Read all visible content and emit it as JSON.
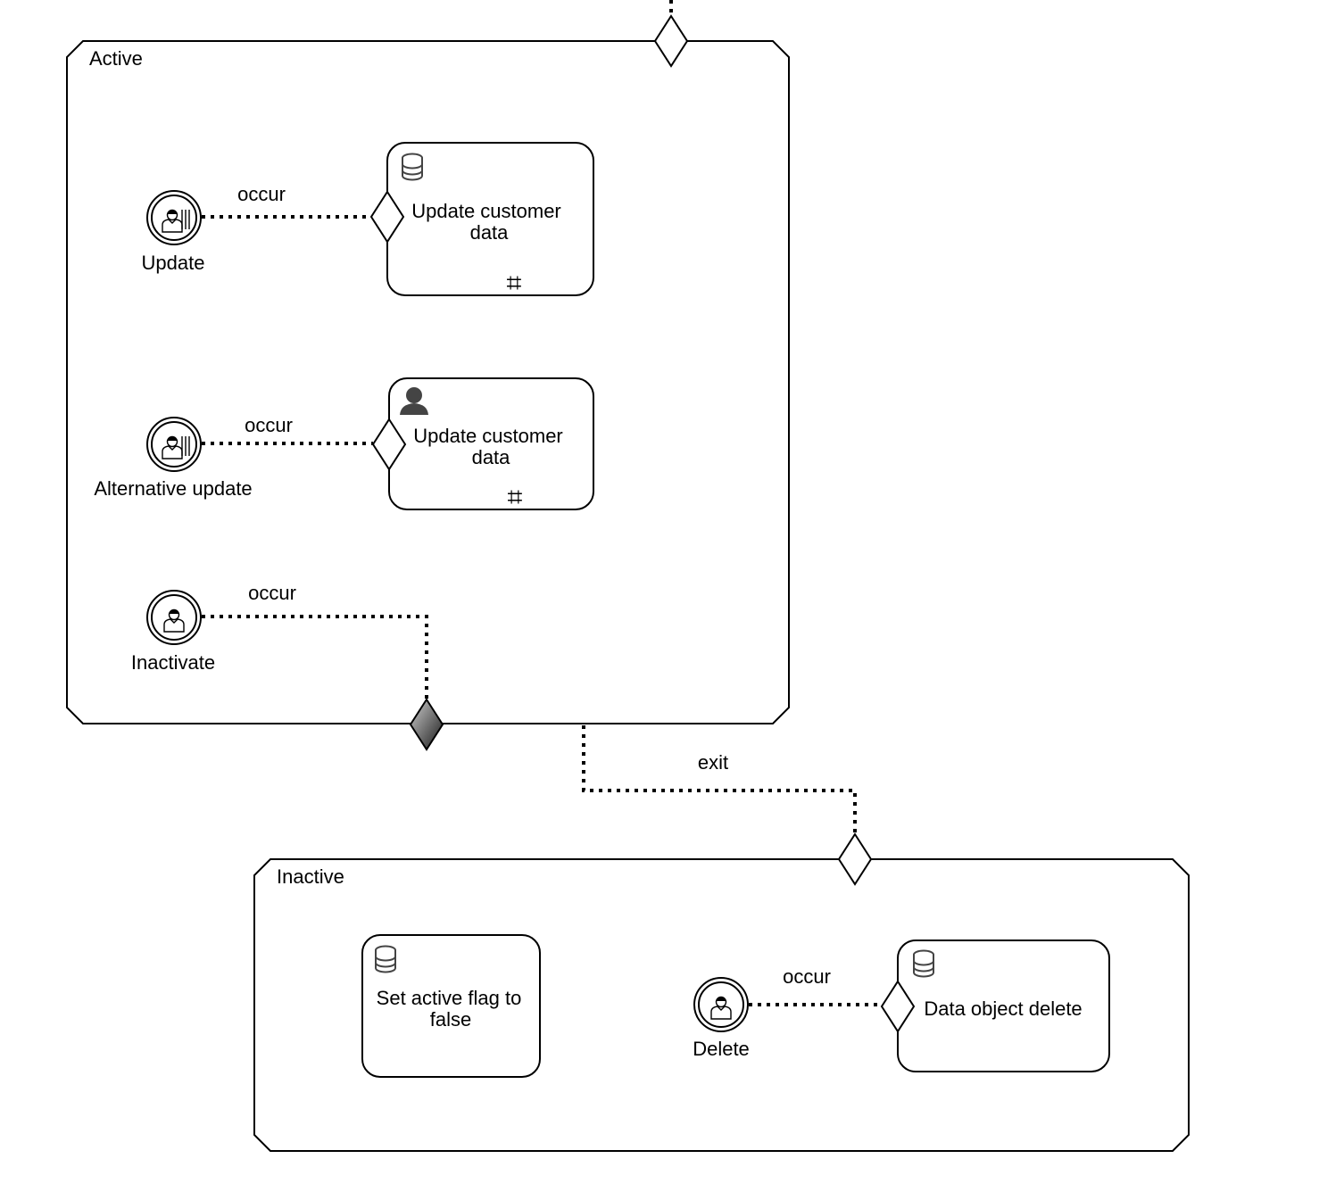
{
  "stages": {
    "active": {
      "label": "Active"
    },
    "inactive": {
      "label": "Inactive"
    }
  },
  "tasks": {
    "update_db": {
      "line1": "Update customer",
      "line2": "data",
      "icon": "database-icon",
      "marker": "repetition-marker",
      "marker_glyph": "⌗"
    },
    "update_user": {
      "line1": "Update customer",
      "line2": "data",
      "icon": "user-icon",
      "marker": "repetition-marker",
      "marker_glyph": "⌗"
    },
    "set_flag": {
      "line1": "Set active flag to",
      "line2": "false",
      "icon": "database-icon"
    },
    "data_delete": {
      "line1": "Data object delete",
      "icon": "database-icon"
    }
  },
  "events": {
    "update": {
      "label": "Update",
      "icon": "user-event-icon"
    },
    "alternative_update": {
      "label": "Alternative update",
      "icon": "user-event-icon"
    },
    "inactivate": {
      "label": "Inactivate",
      "icon": "user-event-icon"
    },
    "delete": {
      "label": "Delete",
      "icon": "user-event-icon"
    }
  },
  "connectors": {
    "occur": "occur",
    "exit": "exit"
  }
}
